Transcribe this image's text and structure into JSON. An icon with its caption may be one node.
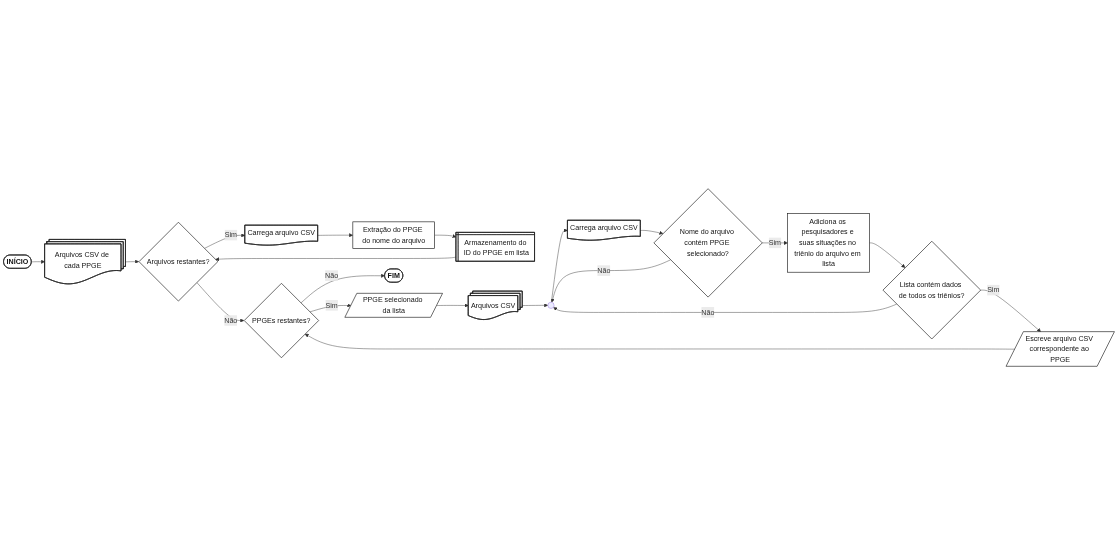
{
  "diagram": {
    "nodes": [
      {
        "text": [
          "INÍCIO"
        ]
      },
      {
        "text": [
          "Arquivos CSV de cada PPGE"
        ]
      },
      {
        "text": [
          "Arquivos restantes?"
        ]
      },
      {
        "text": [
          "Carrega arquivo CSV"
        ]
      },
      {
        "text": [
          "Extração do PPGE do nome do arquivo"
        ]
      },
      {
        "text": [
          "Armazenamento do ID do PPGE em lista"
        ]
      },
      {
        "text": [
          "Escreve arquivo CSV correspondente ao PPGE"
        ]
      },
      {
        "text": [
          "PPGEs restantes?"
        ]
      },
      {
        "text": [
          "PPGE selecionado da lista"
        ]
      },
      {
        "text": [
          "FIM"
        ]
      },
      {
        "text": [
          "Arquivos CSV"
        ]
      },
      {
        "text": [],
        "shape": "circle"
      },
      {
        "text": [
          "Carrega arquivo CSV"
        ]
      },
      {
        "text": [
          "Nome do arquivo contém PPGE selecionado?"
        ]
      },
      {
        "text": [
          "Adiciona os pesquisadores e suas situações no triênio do arquivo em lista"
        ]
      },
      {
        "text": [
          "Lista contém dados de todos os triênios?"
        ]
      }
    ],
    "edges": [
      {
        "from": 0,
        "to": 1,
        "arrow": "to"
      },
      {
        "from": 1,
        "to": 2,
        "arrow": "to"
      },
      {
        "from": 2,
        "to": 3,
        "label": "Sim",
        "arrow": "to"
      },
      {
        "from": 3,
        "to": 4,
        "arrow": "to"
      },
      {
        "from": 4,
        "to": 5,
        "arrow": "to"
      },
      {
        "from": 5,
        "to": 2,
        "arrow": "to"
      },
      {
        "from": 2,
        "to": 7,
        "label": "Não",
        "arrow": "to"
      },
      {
        "from": 15,
        "to": 6,
        "label": "Sim",
        "arrow": "to"
      },
      {
        "from": 6,
        "to": 7,
        "arrow": "to"
      },
      {
        "from": 7,
        "to": 8,
        "label": "Sim",
        "arrow": "to"
      },
      {
        "from": 7,
        "to": 9,
        "label": "Não",
        "arrow": "to"
      },
      {
        "from": 8,
        "to": 10,
        "arrow": "to"
      },
      {
        "from": 10,
        "to": 11,
        "arrow": "to"
      },
      {
        "from": 11,
        "to": 12,
        "arrow": "to"
      },
      {
        "from": 12,
        "to": 13,
        "arrow": "to"
      },
      {
        "from": 13,
        "to": 14,
        "label": "Sim",
        "arrow": "to"
      },
      {
        "from": 14,
        "to": 15,
        "arrow": "to"
      },
      {
        "from": 15,
        "to": 11,
        "label": "Não",
        "arrow": "to"
      },
      {
        "from": 13,
        "to": 11,
        "label": "Não",
        "arrow": "to"
      }
    ]
  }
}
